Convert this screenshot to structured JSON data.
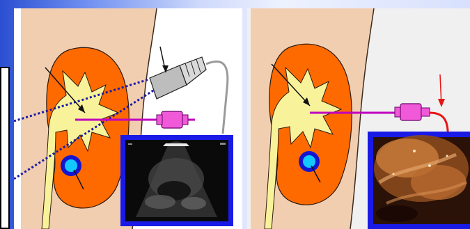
{
  "colors": {
    "skin": "#f2ceb0",
    "kidney": "#ff6a00",
    "renal_pelvis": "#f8f39a",
    "dotted_track": "#1a1aa6",
    "needle": "#c000c0",
    "device_pink": "#f05ad8",
    "scope_red": "#e61414",
    "screen_border": "#1a1ae6",
    "stone_blue": "#1515d0",
    "stone_cyan": "#13c8ff"
  },
  "panels": [
    {
      "id": "ultrasound-guided-puncture",
      "inset": "ultrasound-image"
    },
    {
      "id": "endoscopic-view",
      "inset": "endoscopic-image"
    }
  ]
}
